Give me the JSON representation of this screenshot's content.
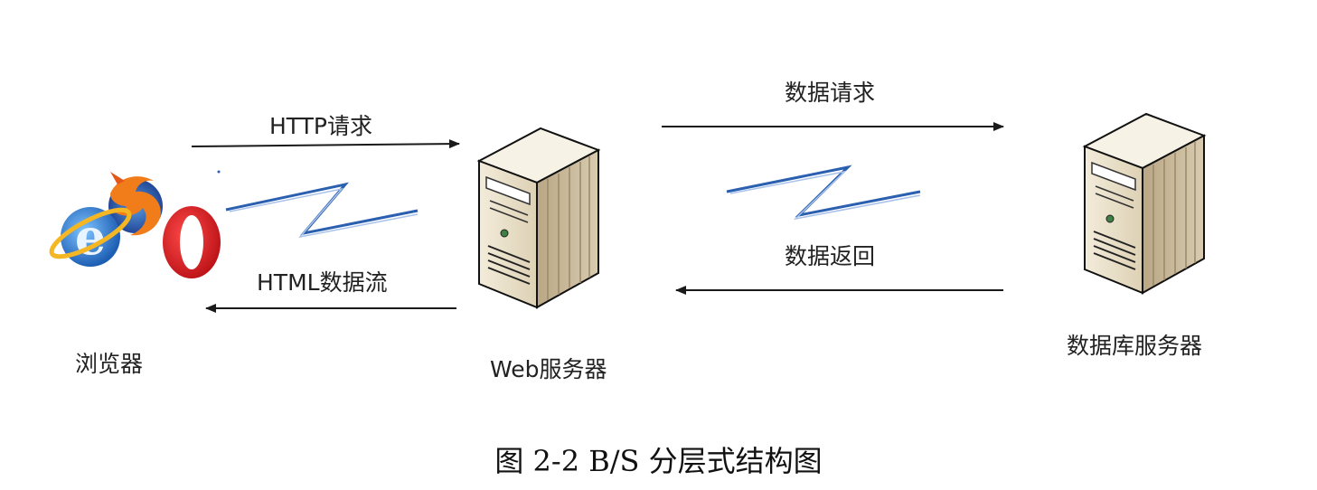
{
  "nodes": {
    "browser": {
      "label": "浏览器",
      "icon": "browser-logos-icon"
    },
    "web_server": {
      "label": "Web服务器",
      "icon": "server-tower-icon"
    },
    "db_server": {
      "label": "数据库服务器",
      "icon": "server-tower-icon"
    }
  },
  "edges": {
    "http_request": "HTTP请求",
    "html_stream": "HTML数据流",
    "data_request": "数据请求",
    "data_return": "数据返回"
  },
  "caption": "图 2-2 B/S 分层式结构图",
  "colors": {
    "server_front": "#ece4cf",
    "server_side": "#c9b99a",
    "server_top": "#f7f2e6",
    "ie_blue": "#1e6fc4",
    "firefox_orange": "#f07c1a",
    "opera_red": "#d4161c",
    "line": "#1a1a1a",
    "lightning": "#2b5fb0"
  }
}
